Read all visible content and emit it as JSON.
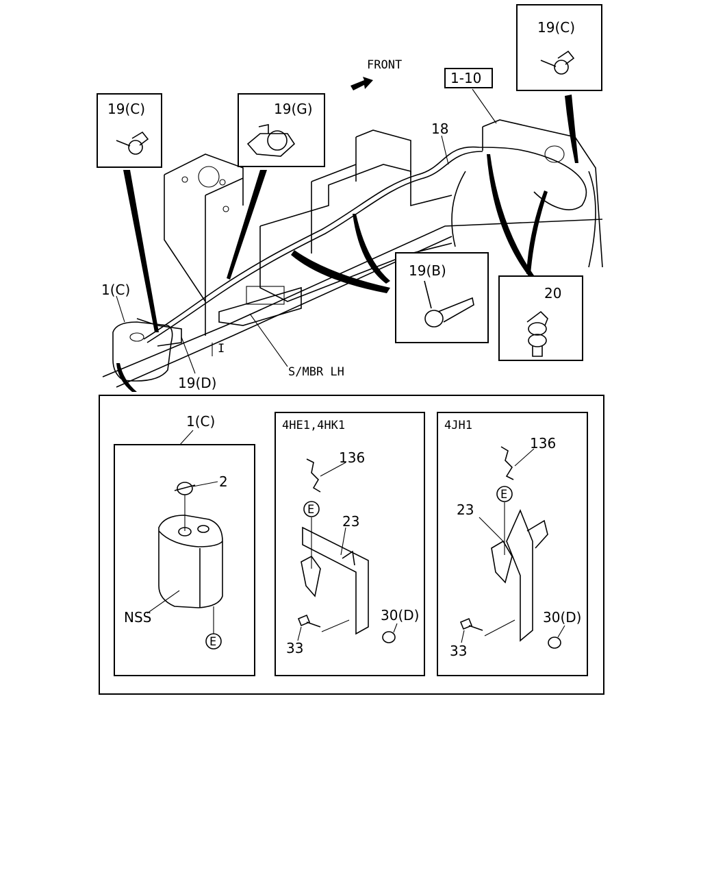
{
  "callouts": {
    "front": "FRONT",
    "ref_1_10": "1-10",
    "c19c_top_right": "19(C)",
    "c19c_left": "19(C)",
    "c19g": "19(G)",
    "c18": "18",
    "c19b": "19(B)",
    "c20": "20",
    "c1c_main": "1(C)",
    "c19d": "19(D)",
    "smbr": "S/MBR LH",
    "tick": "I"
  },
  "panels": {
    "tank": {
      "title": "1(C)",
      "cap": "2",
      "nss": "NSS",
      "e": "E"
    },
    "bracket_a": {
      "heading": "4HE1,4HK1",
      "p136": "136",
      "p23": "23",
      "p30d": "30(D)",
      "p33": "33",
      "e": "E"
    },
    "bracket_b": {
      "heading": "4JH1",
      "p136": "136",
      "p23": "23",
      "p30d": "30(D)",
      "p33": "33",
      "e": "E"
    }
  }
}
